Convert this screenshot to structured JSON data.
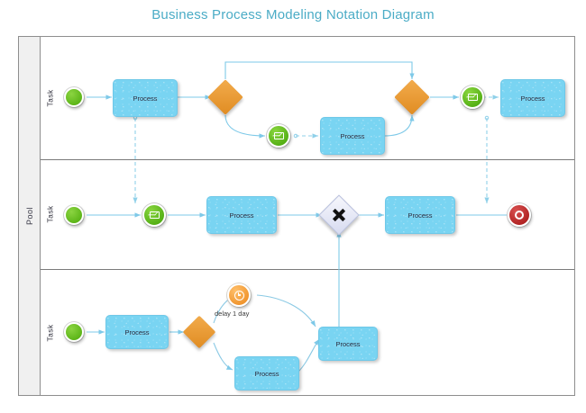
{
  "title": "Business Process Modeling Notation Diagram",
  "pool": {
    "label": "Pool"
  },
  "lanes": [
    {
      "label": "Task"
    },
    {
      "label": "Task"
    },
    {
      "label": "Task"
    }
  ],
  "colors": {
    "title": "#4bacc6",
    "task_fill": "#79d4f2",
    "gateway_exclusive": "#eb9833",
    "gateway_parallel": "#e8eaf6",
    "start_event": "#63c31d",
    "message_event": "#5ec01b",
    "timer_event": "#f5a43c",
    "end_event": "#bf2b2b",
    "connector": "#7ec9e8",
    "pool_header": "#f0f0f0",
    "border": "#8e8e8e"
  },
  "lane1": {
    "start": {
      "icon": "start-event-icon"
    },
    "task1": {
      "label": "Process"
    },
    "gateway1": {
      "icon": "exclusive-gateway-icon"
    },
    "message1": {
      "icon": "message-event-icon"
    },
    "task2": {
      "label": "Process"
    },
    "gateway2": {
      "icon": "exclusive-gateway-icon"
    },
    "message2": {
      "icon": "message-event-icon"
    },
    "task3": {
      "label": "Process"
    }
  },
  "lane2": {
    "start": {
      "icon": "start-event-icon"
    },
    "message1": {
      "icon": "message-event-icon"
    },
    "task1": {
      "label": "Process"
    },
    "gateway": {
      "icon": "parallel-gateway-icon"
    },
    "task2": {
      "label": "Process"
    },
    "end": {
      "icon": "end-event-icon"
    }
  },
  "lane3": {
    "start": {
      "icon": "start-event-icon"
    },
    "task1": {
      "label": "Process"
    },
    "gateway": {
      "icon": "exclusive-gateway-icon"
    },
    "timer": {
      "icon": "timer-event-icon",
      "label": "delay 1 day"
    },
    "task2": {
      "label": "Process"
    },
    "task3": {
      "label": "Process"
    }
  }
}
